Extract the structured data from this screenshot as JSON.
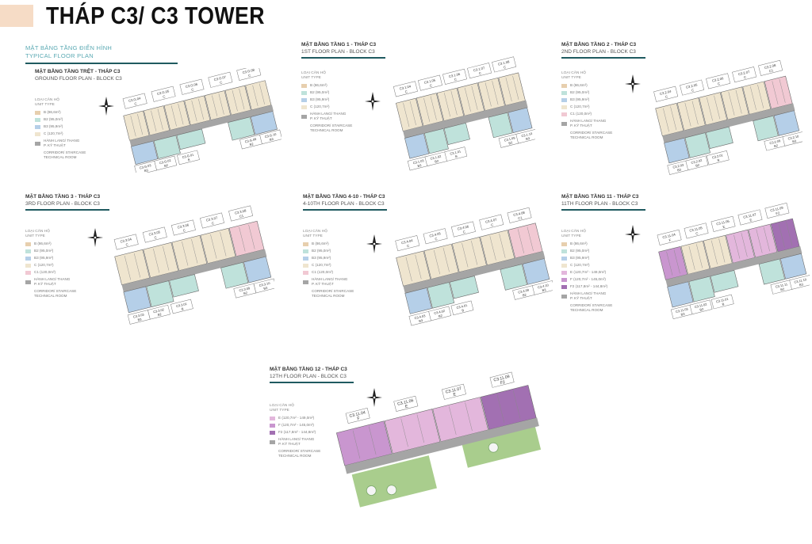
{
  "page": {
    "title": "THÁP C3/ C3 TOWER",
    "intro": [
      "MẶT BẰNG TẦNG ĐIỂN HÌNH",
      "TYPICAL FLOOR PLAN"
    ]
  },
  "colors": {
    "B": "#e7cfae",
    "B2": "#bfe2db",
    "B3": "#b5cfe8",
    "C": "#efe5cf",
    "C1": "#f1c9d3",
    "E": "#e3b7dc",
    "F": "#c996cf",
    "F2": "#a270b2",
    "corridor": "#a5a5a5",
    "garden": "#a9cd8d",
    "accent": "#1f5a60"
  },
  "legend_titles": [
    "LOẠI CĂN HỘ",
    "UNIT TYPE"
  ],
  "panels": [
    {
      "heading": "MẶT BẰNG TẦNG TRỆT - THÁP C3",
      "subheading": "GROUND FLOOR PLAN - BLOCK C3",
      "legend": [
        {
          "key": "B",
          "label": "B (86,6m²)"
        },
        {
          "key": "B2",
          "label": "B2 (95,0m²)"
        },
        {
          "key": "B3",
          "label": "B3 (95,9m²)"
        },
        {
          "key": "C",
          "label": "C (120,7m²)"
        },
        {
          "key": "corridor",
          "label": "HÀNH LANG/ THANG\nP. KỸ THUẬT"
        },
        {
          "key": "none",
          "label": "CORRIDOR/ STAIRCASE\nTECHNICAL ROOM"
        }
      ],
      "units_top": [
        "C3.G.04\nC",
        "C3.G.05\nC",
        "C3.G.06\nC",
        "C3.G.07\nC",
        "C3.G.08\nC"
      ],
      "units_bottom": [
        "C3.G.03\nB3",
        "C3.G.02\nB2",
        "C3.G.01\nB",
        "C3.G.09\nB2",
        "C3.G.10\nB3"
      ]
    },
    {
      "heading": "MẶT BẰNG TẦNG 1 - THÁP C3",
      "subheading": "1ST FLOOR PLAN - BLOCK C3",
      "legend": [
        {
          "key": "B",
          "label": "B (86,6m²)"
        },
        {
          "key": "B2",
          "label": "B2 (95,0m²)"
        },
        {
          "key": "B3",
          "label": "B3 (95,9m²)"
        },
        {
          "key": "C",
          "label": "C (120,7m²)"
        },
        {
          "key": "corridor",
          "label": "HÀNH LANG/ THANG\nP. KỸ THUẬT"
        },
        {
          "key": "none",
          "label": "CORRIDOR/ STAIRCASE\nTECHNICAL ROOM"
        }
      ],
      "units_top": [
        "C3.1.04\nC",
        "C3.1.05\nC",
        "C3.1.06\nC",
        "C3.1.07\nC",
        "C3.1.08\nC"
      ],
      "units_bottom": [
        "C3.1.03\nB3",
        "C3.1.02\nB2",
        "C3.1.01\nB",
        "C3.1.09\nB2",
        "C3.1.10\nB3"
      ]
    },
    {
      "heading": "MẶT BẰNG TẦNG 2 - THÁP C3",
      "subheading": "2ND FLOOR PLAN - BLOCK C3",
      "legend": [
        {
          "key": "B",
          "label": "B (86,6m²)"
        },
        {
          "key": "B2",
          "label": "B2 (95,0m²)"
        },
        {
          "key": "B3",
          "label": "B3 (95,9m²)"
        },
        {
          "key": "C",
          "label": "C (120,7m²)"
        },
        {
          "key": "C1",
          "label": "C1 (120,0m²)"
        },
        {
          "key": "corridor",
          "label": "HÀNH LANG/ THANG\nP. KỸ THUẬT"
        },
        {
          "key": "none",
          "label": "CORRIDOR/ STAIRCASE\nTECHNICAL ROOM"
        }
      ],
      "units_top": [
        "C3.2.04\nC",
        "C3.2.05\nC",
        "C3.2.06\nC",
        "C3.2.07\nC",
        "C3.2.08\nC1"
      ],
      "units_bottom": [
        "C3.2.03\nB3",
        "C3.2.02\nB2",
        "C3.2.01\nB",
        "C3.2.09\nB2",
        "C3.2.10\nB3"
      ]
    },
    {
      "heading": "MẶT BẰNG TẦNG 3 - THÁP C3",
      "subheading": "3RD FLOOR PLAN - BLOCK C3",
      "legend": [
        {
          "key": "B",
          "label": "B (86,6m²)"
        },
        {
          "key": "B2",
          "label": "B2 (95,0m²)"
        },
        {
          "key": "B3",
          "label": "B3 (95,9m²)"
        },
        {
          "key": "C",
          "label": "C (120,7m²)"
        },
        {
          "key": "C1",
          "label": "C1 (120,0m²)"
        },
        {
          "key": "corridor",
          "label": "HÀNH LANG/ THANG\nP. KỸ THUẬT"
        },
        {
          "key": "none",
          "label": "CORRIDOR/ STAIRCASE\nTECHNICAL ROOM"
        }
      ],
      "units_top": [
        "C3.3.04\nC",
        "C3.3.05\nC",
        "C3.3.06\nC",
        "C3.3.07\nC",
        "C3.3.08\nC1"
      ],
      "units_bottom": [
        "C3.3.03\nB3",
        "C3.3.02\nB2",
        "C3.3.01\nB",
        "C3.3.09\nB2",
        "C3.3.10\nB3"
      ]
    },
    {
      "heading": "MẶT BẰNG TẦNG 4-10 - THÁP C3",
      "subheading": "4-10TH FLOOR PLAN - BLOCK C3",
      "legend": [
        {
          "key": "B",
          "label": "B (86,6m²)"
        },
        {
          "key": "B2",
          "label": "B2 (95,0m²)"
        },
        {
          "key": "B3",
          "label": "B3 (95,9m²)"
        },
        {
          "key": "C",
          "label": "C (120,7m²)"
        },
        {
          "key": "C1",
          "label": "C1 (120,0m²)"
        },
        {
          "key": "corridor",
          "label": "HÀNH LANG/ THANG\nP. KỸ THUẬT"
        },
        {
          "key": "none",
          "label": "CORRIDOR/ STAIRCASE\nTECHNICAL ROOM"
        }
      ],
      "units_top": [
        "C3.4.04\nC",
        "C3.4.05\nC",
        "C3.4.06\nC",
        "C3.4.07\nC",
        "C3.4.08\nC1"
      ],
      "units_bottom": [
        "C3.4.03\nB3",
        "C3.4.02\nB2",
        "C3.4.01\nB",
        "C3.4.09\nB2",
        "C3.4.10\nB3"
      ]
    },
    {
      "heading": "MẶT BẰNG TẦNG 11 - THÁP C3",
      "subheading": "11TH FLOOR PLAN - BLOCK C3",
      "legend": [
        {
          "key": "B",
          "label": "B (86,6m²)"
        },
        {
          "key": "B2",
          "label": "B2 (95,0m²)"
        },
        {
          "key": "B3",
          "label": "B3 (95,9m²)"
        },
        {
          "key": "C",
          "label": "C (120,7m²)"
        },
        {
          "key": "E",
          "label": "E (120,7m² - 149,0m²)"
        },
        {
          "key": "F",
          "label": "F (120,7m² - 145,0m²)"
        },
        {
          "key": "F2",
          "label": "F2 (117,8m² - 144,8m²)"
        },
        {
          "key": "corridor",
          "label": "HÀNH LANG/ THANG\nP. KỸ THUẬT"
        },
        {
          "key": "none",
          "label": "CORRIDOR/ STAIRCASE\nTECHNICAL ROOM"
        }
      ],
      "units_top": [
        "C3.11.04\nF",
        "C3.11.05\nC",
        "C3.11.06\nE",
        "C3.11.07\nE",
        "C3.11.09\nF2"
      ],
      "units_bottom": [
        "C3.11.03\nB3",
        "C3.11.02\nB2",
        "C3.11.01\nB",
        "C3.11.11\nB2",
        "C3.11.10\nB3"
      ]
    },
    {
      "heading": "MẶT BẰNG TẦNG 12 - THÁP C3",
      "subheading": "12TH FLOOR PLAN - BLOCK C3",
      "legend": [
        {
          "key": "E",
          "label": "E (120,7m² - 149,0m²)"
        },
        {
          "key": "F",
          "label": "F (120,7m² - 145,0m²)"
        },
        {
          "key": "F2",
          "label": "F2 (117,8m² - 144,8m²)"
        },
        {
          "key": "corridor",
          "label": "HÀNH LANG/ THANG\nP. KỸ THUẬT"
        },
        {
          "key": "none",
          "label": "CORRIDOR/ STAIRCASE\nTECHNICAL ROOM"
        }
      ],
      "units_top": [
        "C3.11.04\nF",
        "C3.11.06\nE",
        "C3.11.07\nE",
        "C3.11.09\nF2"
      ],
      "units_bottom": []
    }
  ]
}
